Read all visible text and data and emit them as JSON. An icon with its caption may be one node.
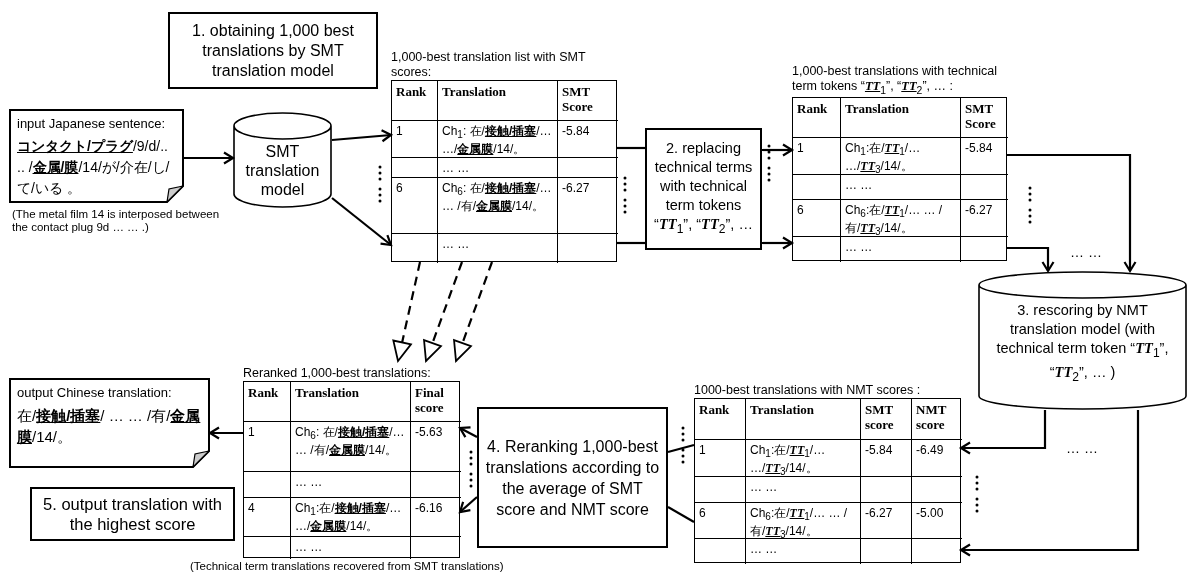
{
  "diagram": {
    "nodes": [
      {
        "text": [
          "1. obtaining 1,000 best translations by SMT translation model"
        ]
      },
      {
        "text": [
          "input Japanese sentence:",
          "**コンタクト/プラグ**/9/d/.. .. /**金属/膜**/14/が/介在/し/て/いる 。"
        ],
        "beside": [
          "(The metal film 14 is interposed between the contact plug 9d … … .)"
        ]
      },
      {
        "text": [
          "SMT translation model"
        ]
      },
      {
        "text": [
          "1,000-best translation list with SMT scores:",
          "Rank",
          "Translation",
          "SMT Score",
          "1",
          "Ch$_{1}$: 在/**接触/插塞**/… …/**金属膜**/14/。",
          "-5.84",
          "… …",
          "6",
          "Ch$_{6}$: 在/**接触/插塞**/… … /有/**金属膜**/14/。",
          "-6.27",
          "… …"
        ]
      },
      {
        "text": [
          "2. replacing technical terms with technical term tokens “**TT**$_{1}$”, “**TT**$_{2}$”, …"
        ]
      },
      {
        "text": [
          "1,000-best translations with technical term tokens “**TT**$_{1}$”, “**TT**$_{2}$”, … :",
          "Rank",
          "Translation",
          "SMT Score",
          "1",
          "Ch$_{1}$:在/**TT**$_{1}$/… …/**TT**$_{3}$/14/。",
          "-5.84",
          "… …",
          "6",
          "Ch$_{6}$:在/**TT**$_{1}$/… … /有/**TT**$_{3}$/14/。",
          "-6.27",
          "… …"
        ]
      },
      {
        "text": [
          "3. rescoring by NMT translation model (with technical term token “**TT**$_{1}$”, “**TT**$_{2}$”, … )"
        ]
      },
      {
        "text": [
          "output Chinese translation:",
          "在/**接触/插塞**/ … … /有/**金属膜**/14/。"
        ]
      },
      {
        "text": [
          "5. output translation with the highest score"
        ]
      },
      {
        "text": [
          "Reranked 1,000-best translations:",
          "Rank",
          "Translation",
          "Final score",
          "1",
          "Ch$_{6}$: 在/**接触/插塞**/… … /有/**金属膜**/14/。",
          "-5.63",
          "… …",
          "4",
          "Ch$_{1}$:在/**接触/插塞**/… …/**金属膜**/14/。",
          "-6.16",
          "… …"
        ],
        "beside": [
          "(Technical term translations recovered from SMT translations)"
        ]
      },
      {
        "text": [
          "4. Reranking 1,000-best translations according to the average of SMT score and NMT score"
        ]
      },
      {
        "text": [
          "1000-best translations with NMT scores :",
          "Rank",
          "Translation",
          "SMT score",
          "NMT score",
          "1",
          "Ch$_{1}$:在/**TT**$_{1}$/… …/**TT**$_{3}$/14/。",
          "-5.84",
          "-6.49",
          "… …",
          "6",
          "Ch$_{6}$:在/**TT**$_{1}$/… … /有/**TT**$_{3}$/14/。",
          "-6.27",
          "-5.00",
          "… …"
        ]
      }
    ],
    "edges": [
      {
        "from": 1,
        "to": 2,
        "arrow": "to"
      },
      {
        "from": 2,
        "to": 3,
        "arrow": "to"
      },
      {
        "from": 2,
        "to": 3,
        "arrow": "to"
      },
      {
        "from": 3,
        "to": 4,
        "arrow": "none"
      },
      {
        "from": 3,
        "to": 4,
        "arrow": "none"
      },
      {
        "from": 4,
        "to": 5,
        "arrow": "to"
      },
      {
        "from": 4,
        "to": 5,
        "arrow": "to"
      },
      {
        "from": 5,
        "to": 6,
        "arrow": "to"
      },
      {
        "from": 5,
        "to": 6,
        "arrow": "to"
      },
      {
        "from": 6,
        "to": 11,
        "arrow": "to"
      },
      {
        "from": 6,
        "to": 11,
        "arrow": "to"
      },
      {
        "from": 11,
        "to": 10,
        "arrow": "none"
      },
      {
        "from": 11,
        "to": 10,
        "arrow": "none"
      },
      {
        "from": 10,
        "to": 9,
        "arrow": "to"
      },
      {
        "from": 10,
        "to": 9,
        "arrow": "to"
      },
      {
        "from": 9,
        "to": 7,
        "arrow": "to"
      },
      {
        "from": 3,
        "to": 9,
        "arrow": "to",
        "style": "dashed"
      },
      {
        "from": 3,
        "to": 9,
        "arrow": "to",
        "style": "dashed"
      },
      {
        "from": 3,
        "to": 9,
        "arrow": "to",
        "style": "dashed"
      }
    ],
    "labels": [
      "… …",
      "… …"
    ]
  }
}
